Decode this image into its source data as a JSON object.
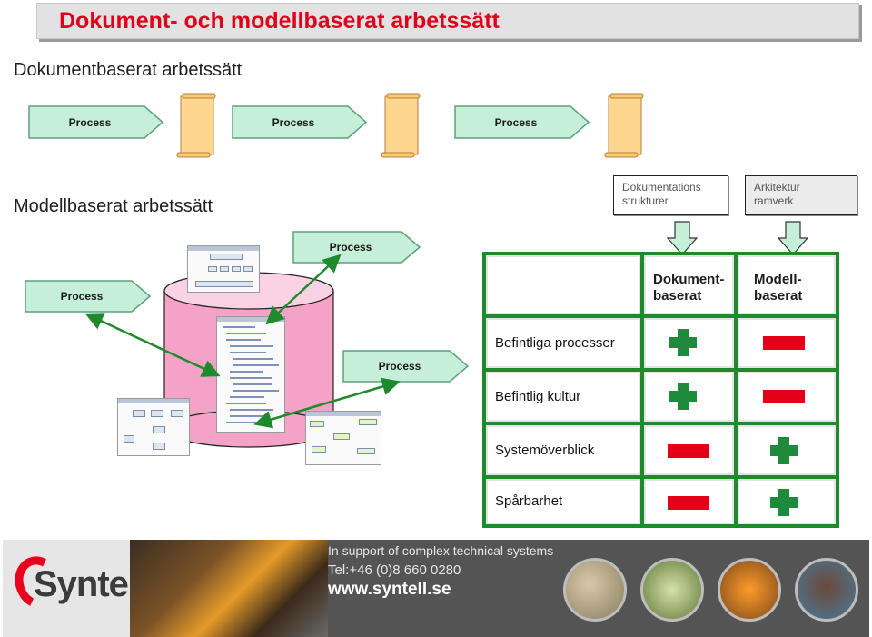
{
  "title": "Dokument- och modellbaserat arbetssätt",
  "document_section": {
    "heading": "Dokumentbaserat  arbetssätt",
    "process_labels": [
      "Process",
      "Process",
      "Process"
    ]
  },
  "model_section": {
    "heading": "Modellbaserat  arbetssätt",
    "box_documentation": [
      "Dokumentations",
      "strukturer"
    ],
    "box_architecture": [
      "Arkitektur",
      "ramverk"
    ],
    "process_labels": [
      "Process",
      "Process",
      "Process"
    ]
  },
  "comparison_table": {
    "col_headers": [
      [
        "Dokument-",
        "baserat"
      ],
      [
        "Modell-",
        "baserat"
      ]
    ],
    "rows": [
      {
        "label": "Befintliga processer",
        "document": "plus",
        "model": "minus"
      },
      {
        "label": "Befintlig kultur",
        "document": "plus",
        "model": "minus"
      },
      {
        "label": "Systemöverblick",
        "document": "minus",
        "model": "plus"
      },
      {
        "label": "Spårbarhet",
        "document": "minus",
        "model": "plus"
      }
    ]
  },
  "footer": {
    "logo": "Syntell",
    "tagline": "In support of complex technical systems",
    "phone": "Tel:+46 (0)8 660 0280",
    "website": "www.syntell.se"
  },
  "colors": {
    "title_red": "#e0001b",
    "table_green": "#1f8a2b",
    "plus_green": "#1d8a3c",
    "minus_red": "#e5001a",
    "process_fill": "#c6efd7",
    "cylinder_pink": "#f4a3c6"
  }
}
